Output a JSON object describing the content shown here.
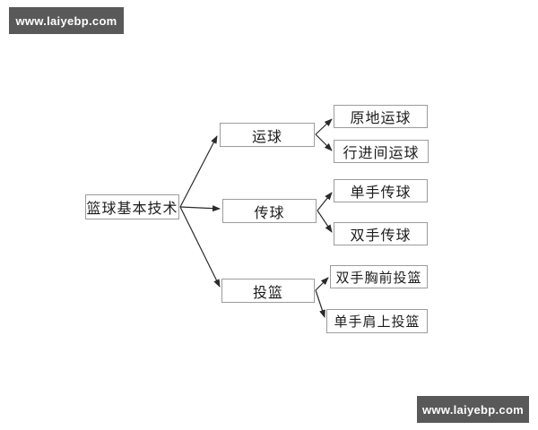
{
  "watermark": {
    "text": "www.laiyebp.com",
    "background_color": "#595959",
    "text_color": "#ffffff"
  },
  "colors": {
    "background": "#ffffff",
    "box_border": "#9c9c9c",
    "node_text": "#1c1c1c",
    "connector": "#2a2a2a"
  },
  "diagram": {
    "type": "tree",
    "root": {
      "label": "篮球基本技术"
    },
    "branches": [
      {
        "label": "运球",
        "children": [
          {
            "label": "原地运球"
          },
          {
            "label": "行进间运球"
          }
        ]
      },
      {
        "label": "传球",
        "children": [
          {
            "label": "单手传球"
          },
          {
            "label": "双手传球"
          }
        ]
      },
      {
        "label": "投篮",
        "children": [
          {
            "label": "双手胸前投篮"
          },
          {
            "label": "单手肩上投篮"
          }
        ]
      }
    ]
  }
}
